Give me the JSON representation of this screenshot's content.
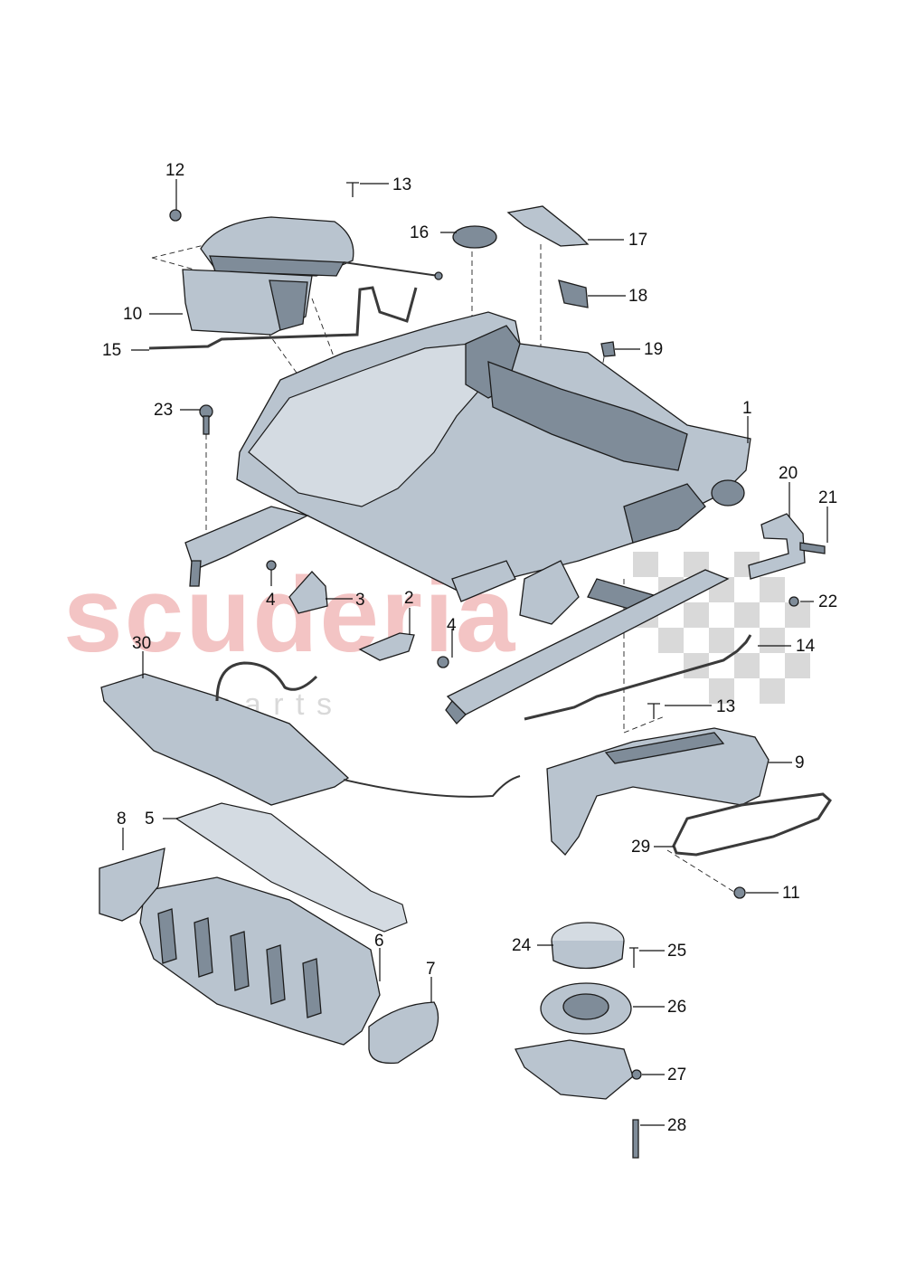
{
  "watermark": {
    "brand": "scuderia",
    "sub": "c a r   p a r t s"
  },
  "callouts": [
    {
      "id": "c1",
      "label": "1"
    },
    {
      "id": "c2",
      "label": "2"
    },
    {
      "id": "c3",
      "label": "3"
    },
    {
      "id": "c4a",
      "label": "4"
    },
    {
      "id": "c4b",
      "label": "4"
    },
    {
      "id": "c5",
      "label": "5"
    },
    {
      "id": "c6",
      "label": "6"
    },
    {
      "id": "c7",
      "label": "7"
    },
    {
      "id": "c8",
      "label": "8"
    },
    {
      "id": "c9",
      "label": "9"
    },
    {
      "id": "c10",
      "label": "10"
    },
    {
      "id": "c11",
      "label": "11"
    },
    {
      "id": "c12",
      "label": "12"
    },
    {
      "id": "c13a",
      "label": "13"
    },
    {
      "id": "c13b",
      "label": "13"
    },
    {
      "id": "c14",
      "label": "14"
    },
    {
      "id": "c15",
      "label": "15"
    },
    {
      "id": "c16",
      "label": "16"
    },
    {
      "id": "c17",
      "label": "17"
    },
    {
      "id": "c18",
      "label": "18"
    },
    {
      "id": "c19",
      "label": "19"
    },
    {
      "id": "c20",
      "label": "20"
    },
    {
      "id": "c21",
      "label": "21"
    },
    {
      "id": "c22",
      "label": "22"
    },
    {
      "id": "c23",
      "label": "23"
    },
    {
      "id": "c24",
      "label": "24"
    },
    {
      "id": "c25",
      "label": "25"
    },
    {
      "id": "c26",
      "label": "26"
    },
    {
      "id": "c27",
      "label": "27"
    },
    {
      "id": "c28",
      "label": "28"
    },
    {
      "id": "c29",
      "label": "29"
    },
    {
      "id": "c30",
      "label": "30"
    }
  ]
}
